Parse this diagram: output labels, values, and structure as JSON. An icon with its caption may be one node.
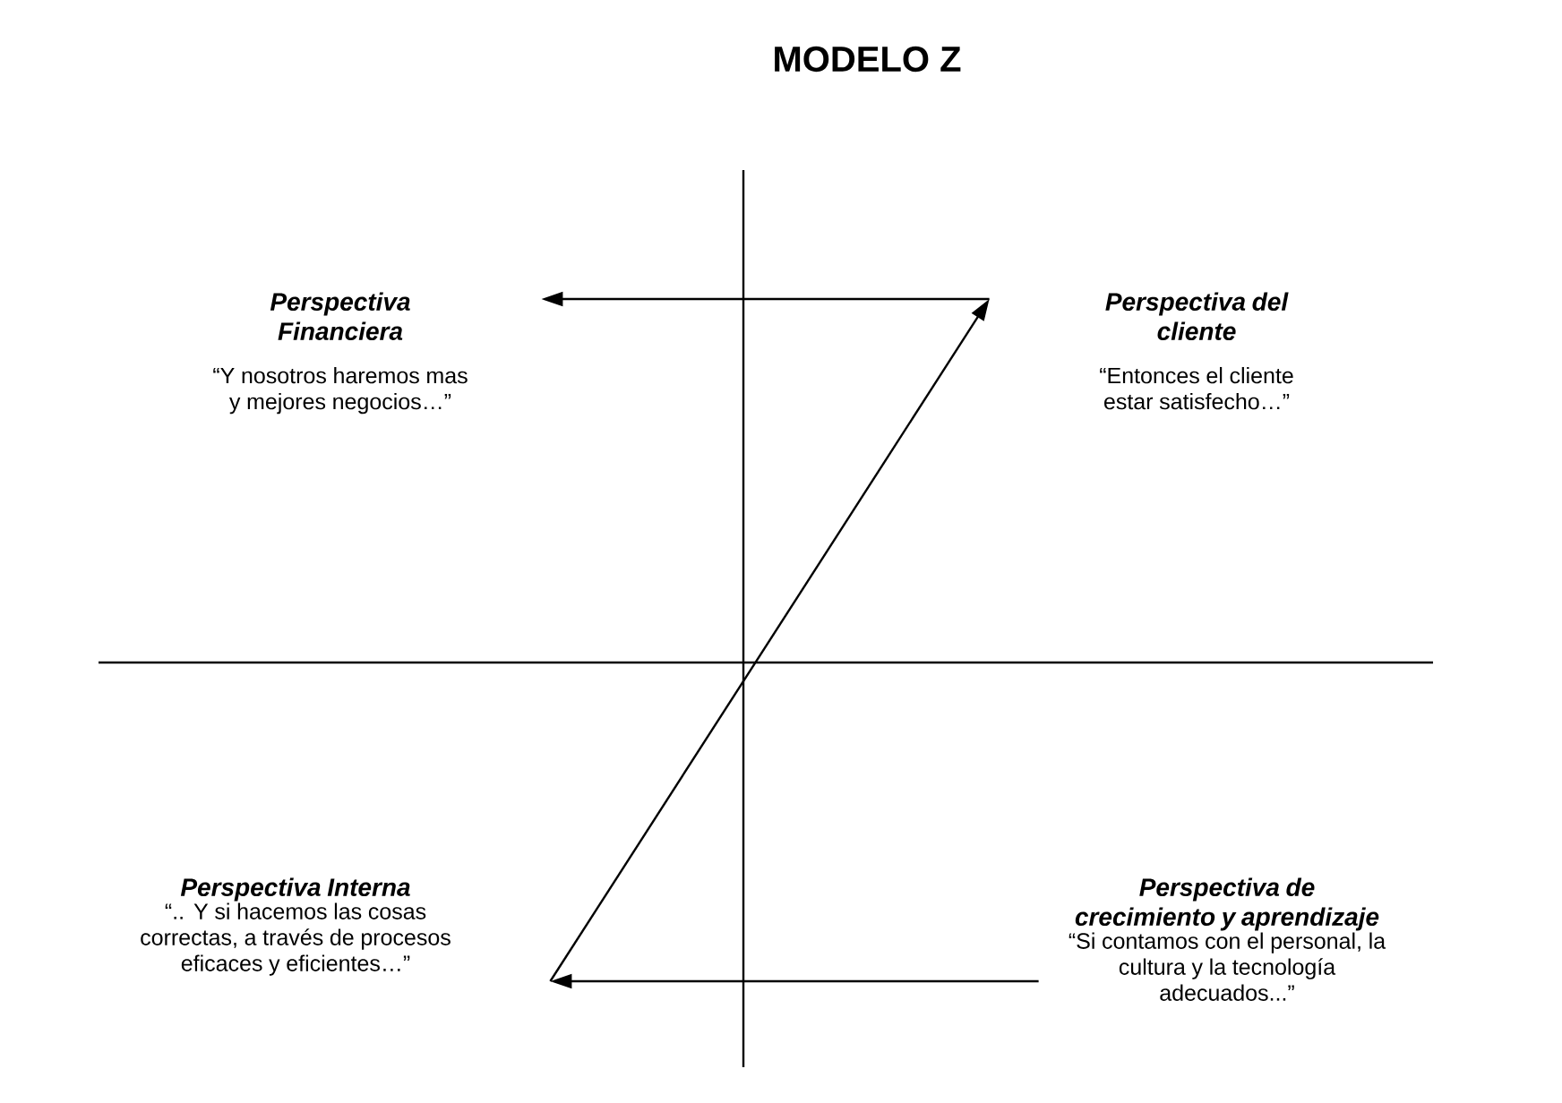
{
  "diagram": {
    "title": "MODELO Z",
    "nodes": [
      {
        "text": [
          "Perspectiva Financiera",
          "“Y nosotros haremos mas y mejores negocios…”"
        ]
      },
      {
        "text": [
          "Perspectiva  del cliente",
          "“Entonces el cliente estar satisfecho…”"
        ]
      },
      {
        "text": [
          "Perspectiva  Interna",
          "“.. Y si hacemos las cosas correctas, a través de procesos eficaces y eficientes…”"
        ]
      },
      {
        "text": [
          "Perspectiva  de crecimiento y aprendizaje",
          "“Si contamos con el personal, la cultura y la tecnología adecuados...”"
        ]
      }
    ],
    "edges": [
      {
        "from": 3,
        "to": 2,
        "arrow": "to"
      },
      {
        "from": 2,
        "to": 1,
        "arrow": "to"
      },
      {
        "from": 1,
        "to": 0,
        "arrow": "to"
      }
    ]
  }
}
